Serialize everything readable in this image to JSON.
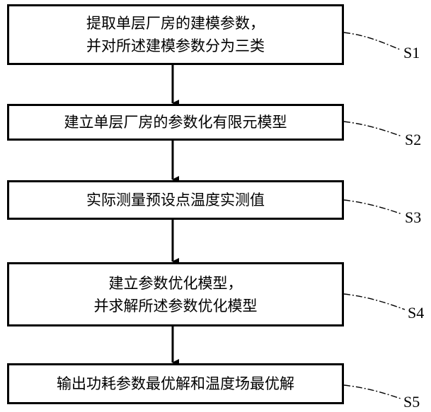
{
  "steps": [
    {
      "id": "S1",
      "lines": [
        "提取单层厂房的建模参数，",
        "并对所述建模参数分为三类"
      ]
    },
    {
      "id": "S2",
      "lines": [
        "建立单层厂房的参数化有限元模型"
      ]
    },
    {
      "id": "S3",
      "lines": [
        "实际测量预设点温度实测值"
      ]
    },
    {
      "id": "S4",
      "lines": [
        "建立参数优化模型，",
        "并求解所述参数优化模型"
      ]
    },
    {
      "id": "S5",
      "lines": [
        "输出功耗参数最优解和温度场最优解"
      ]
    }
  ],
  "colors": {
    "stroke": "#000000",
    "background": "#ffffff"
  }
}
